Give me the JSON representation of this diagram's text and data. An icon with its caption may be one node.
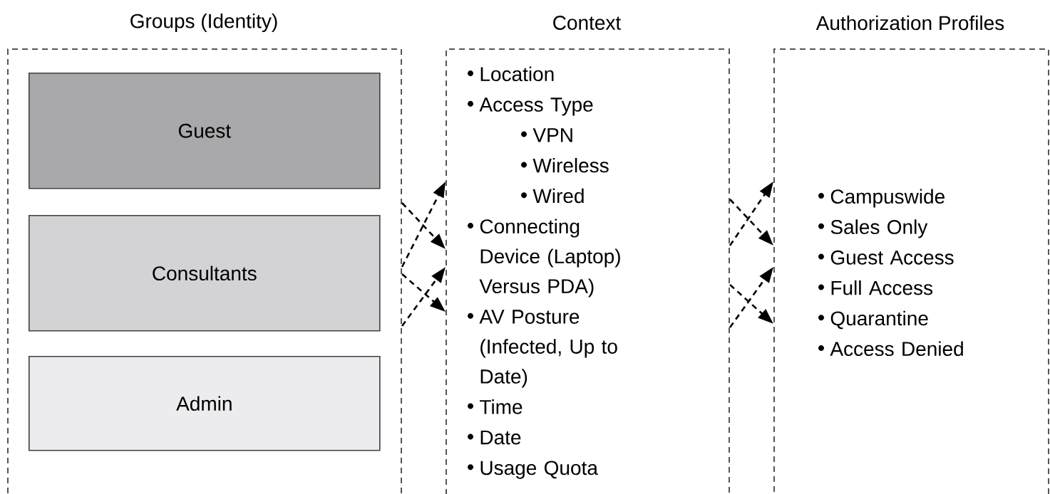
{
  "diagram": {
    "nodes": [
      {
        "text": [
          "Groups (Identity)"
        ]
      },
      {
        "text": [
          "Guest"
        ],
        "in": 0
      },
      {
        "text": [
          "Consultants"
        ],
        "in": 0
      },
      {
        "text": [
          "Admin"
        ],
        "in": 0
      },
      {
        "text": [
          "Context",
          "Location",
          "Access Type",
          "VPN",
          "Wireless",
          "Wired",
          "Connecting Device (Laptop) Versus PDA)",
          "AV Posture (Infected, Up to Date)",
          "Time",
          "Date",
          "Usage Quota"
        ]
      },
      {
        "text": [
          "Authorization Profiles",
          "Campuswide",
          "Sales Only",
          "Guest Access",
          "Full Access",
          "Quarantine",
          "Access Denied"
        ]
      }
    ],
    "edges": [
      {
        "from": 0,
        "to": 4,
        "arrow": "to",
        "style": "dashed"
      },
      {
        "from": 0,
        "to": 4,
        "arrow": "to",
        "style": "dashed"
      },
      {
        "from": 0,
        "to": 4,
        "arrow": "to",
        "style": "dashed"
      },
      {
        "from": 0,
        "to": 4,
        "arrow": "to",
        "style": "dashed"
      },
      {
        "from": 4,
        "to": 5,
        "arrow": "to",
        "style": "dashed"
      },
      {
        "from": 4,
        "to": 5,
        "arrow": "to",
        "style": "dashed"
      },
      {
        "from": 4,
        "to": 5,
        "arrow": "to",
        "style": "dashed"
      },
      {
        "from": 4,
        "to": 5,
        "arrow": "to",
        "style": "dashed"
      }
    ]
  }
}
